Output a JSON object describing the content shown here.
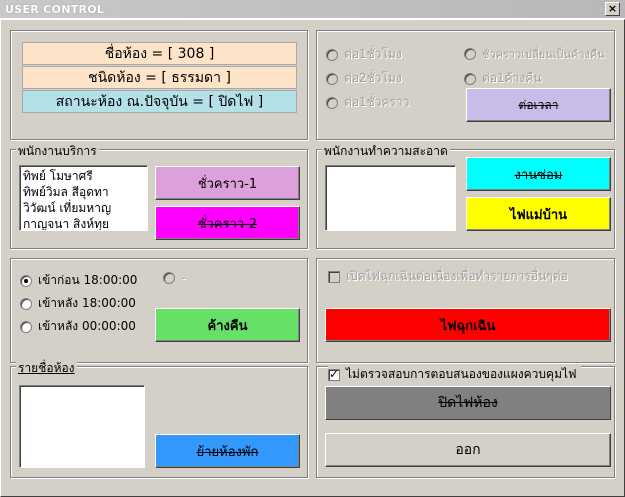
{
  "window": {
    "title": "USER CONTROL",
    "close_glyph": "×"
  },
  "room_info": {
    "name": "ชื่อห้อง = [ 308 ]",
    "type": "ชนิดห้อง = [ ธรรมดา ]",
    "status": "สถานะห้อง ณ.ปัจจุบัน  = [ ปิดไฟ ]"
  },
  "extend": {
    "options": [
      {
        "label": "ต่อ1ชั่วโมง",
        "checked": false,
        "enabled": false
      },
      {
        "label": "ต่อ2ชั่วโมง",
        "checked": false,
        "enabled": false
      },
      {
        "label": "ต่อ1ชั่วคราว",
        "checked": false,
        "enabled": false
      },
      {
        "label": "ชั่วคราวเปลี่ยนเป็นค้างคืน",
        "checked": false,
        "enabled": false
      },
      {
        "label": "ต่อ1ค้างคืน",
        "checked": false,
        "enabled": false
      }
    ],
    "button_label": "ต่อเวลา"
  },
  "service_staff": {
    "frame_label": "พนักงานบริการ",
    "names": [
      "ทิพย์  โมษาศรี",
      "ทิพย์วิมล  สีอุดทา",
      "วิวัฒน์  เที่ยมหาญ",
      "กาญจนา  สิงห์ทุย"
    ],
    "btn_temp1": "ชั่วคราว-1",
    "btn_temp2": "ชั่วคราว-2"
  },
  "cleaning_staff": {
    "frame_label": "พนักงานทำความสะอาด",
    "btn_repair": "งานซ่อม",
    "btn_maid_light": "ไฟแม่บ้าน"
  },
  "overnight": {
    "options": [
      {
        "label": "เข้าก่อน 18:00:00",
        "checked": true
      },
      {
        "label": "เข้าหลัง 18:00:00",
        "checked": false
      },
      {
        "label": "เข้าหลัง 00:00:00",
        "checked": false
      },
      {
        "label": "-",
        "checked": false
      }
    ],
    "button_label": "ค้างคืน"
  },
  "emergency": {
    "checkbox_label": "เปิดไฟฉุกเฉินต่อเนื่องเพื่อทำรายการอื่นๆต่อ",
    "button_label": "ไฟฉุกเฉิน"
  },
  "room_list": {
    "frame_label": "รายชื่อห้อง",
    "button_label": "ย้ายห้องพัก"
  },
  "controls": {
    "checkbox_label": "ไม่ตรวจสอบการตอบสนองของแผงควบคุมไฟ",
    "btn_lights_off": "ปิดไฟห้อง",
    "btn_exit": "ออก"
  },
  "colors": {
    "info_peach": "#fde4c8",
    "info_cyan": "#b4e0e8",
    "extend_btn": "#c9bce8",
    "temp1": "#dda0dd",
    "temp2": "#ff00ff",
    "repair": "#00ffff",
    "maid": "#ffff00",
    "overnight": "#66e066",
    "emergency": "#ff0000",
    "move": "#3399ff",
    "lights_off": "#808080",
    "exit": "#d4d0c8"
  }
}
